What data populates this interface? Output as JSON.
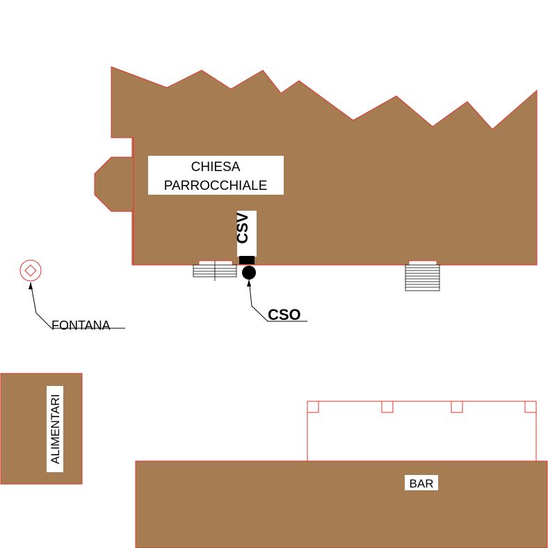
{
  "colors": {
    "building_fill": "#A67C52",
    "outline": "#E0302A",
    "label_bg": "#FFFFFF",
    "ink": "#000000",
    "background": "#FFFFFF"
  },
  "labels": {
    "church_line1": "CHIESA",
    "church_line2": "PARROCCHIALE",
    "csv": "CSV",
    "cso": "CSO",
    "fountain": "FONTANA",
    "grocery": "ALIMENTARI",
    "bar": "BAR"
  },
  "icons": {
    "fountain": "diamond-in-circle-icon",
    "cso_marker": "filled-circle-icon",
    "csv_marker": "filled-rectangle-icon"
  }
}
